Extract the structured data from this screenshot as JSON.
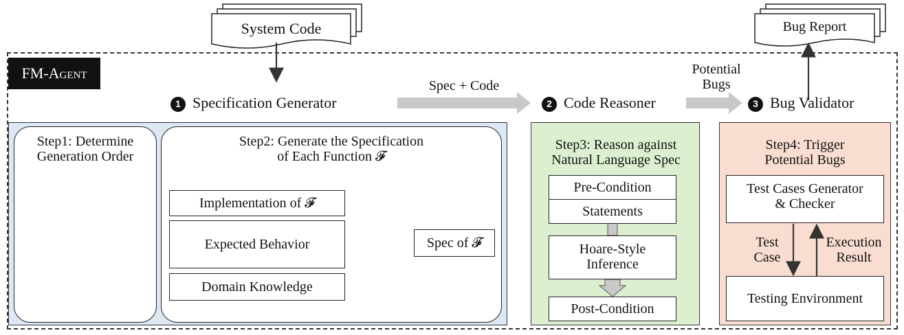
{
  "inputs": {
    "system_code": "System Code",
    "bug_report": "Bug Report"
  },
  "agent_label": "FM-Agent",
  "stages": {
    "s1": {
      "num": "1",
      "label": "Specification Generator"
    },
    "s2": {
      "num": "2",
      "label": "Code Reasoner"
    },
    "s3": {
      "num": "3",
      "label": "Bug Validator"
    }
  },
  "arrows": {
    "spec_code": "Spec + Code",
    "potential_bugs_line1": "Potential",
    "potential_bugs_line2": "Bugs"
  },
  "step1": {
    "title_line1": "Step1: Determine",
    "title_line2": "Generation Order"
  },
  "step2": {
    "title_line1": "Step2:  Generate the Specification",
    "title_line2": "of Each Function 𝓕",
    "impl": "Implementation of 𝓕",
    "expected": "Expected Behavior",
    "domain": "Domain Knowledge",
    "spec_out": "Spec of 𝓕"
  },
  "step3": {
    "title_line1": "Step3:  Reason against",
    "title_line2": "Natural Language Spec",
    "pre": "Pre-Condition",
    "statements": "Statements",
    "hoare_line1": "Hoare-Style",
    "hoare_line2": "Inference",
    "post": "Post-Condition"
  },
  "step4": {
    "title_line1": "Step4:  Trigger",
    "title_line2": "Potential Bugs",
    "gen_line1": "Test Cases Generator",
    "gen_line2": "& Checker",
    "test_case_line1": "Test",
    "test_case_line2": "Case",
    "exec_line1": "Execution",
    "exec_line2": "Result",
    "env": "Testing Environment"
  },
  "colors": {
    "blue_panel": "#dce8f5",
    "green_panel": "#dcefd0",
    "peach_panel": "#f9ddd0",
    "gray_arrow": "#c8c8c8"
  },
  "icons": [
    "robot-icon",
    "document-stack-icon"
  ]
}
